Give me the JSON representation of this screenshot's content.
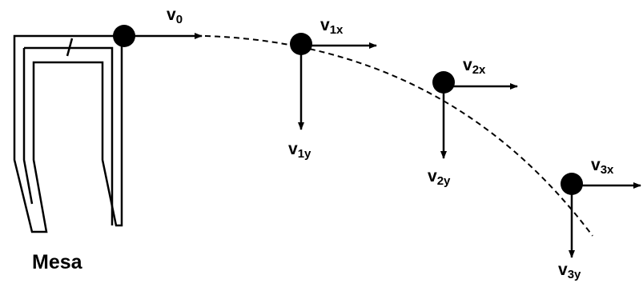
{
  "table_label": "Mesa",
  "labels": {
    "v0": {
      "base": "v",
      "sub": "0"
    },
    "v1x": {
      "base": "v",
      "sub": "1x"
    },
    "v1y": {
      "base": "v",
      "sub": "1y"
    },
    "v2x": {
      "base": "v",
      "sub": "2x"
    },
    "v2y": {
      "base": "v",
      "sub": "2y"
    },
    "v3x": {
      "base": "v",
      "sub": "3x"
    },
    "v3y": {
      "base": "v",
      "sub": "3y"
    }
  },
  "colors": {
    "ink": "#000000",
    "background": "#ffffff"
  },
  "trajectory_style": "dashed"
}
